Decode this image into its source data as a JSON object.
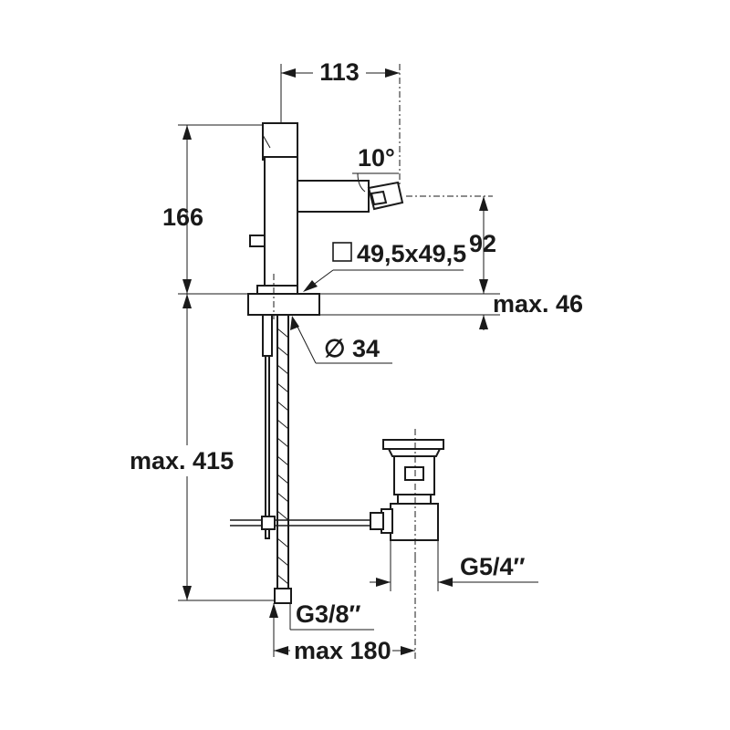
{
  "dimensions": {
    "width_113": "113",
    "angle_10": "10°",
    "height_166": "166",
    "height_92": "92",
    "square_base": "49,5x49,5",
    "max_46": "max. 46",
    "dia_34": "∅ 34",
    "max_415": "max. 415",
    "g54": "G5/4″",
    "g38": "G3/8″",
    "max_180": "max 180"
  }
}
